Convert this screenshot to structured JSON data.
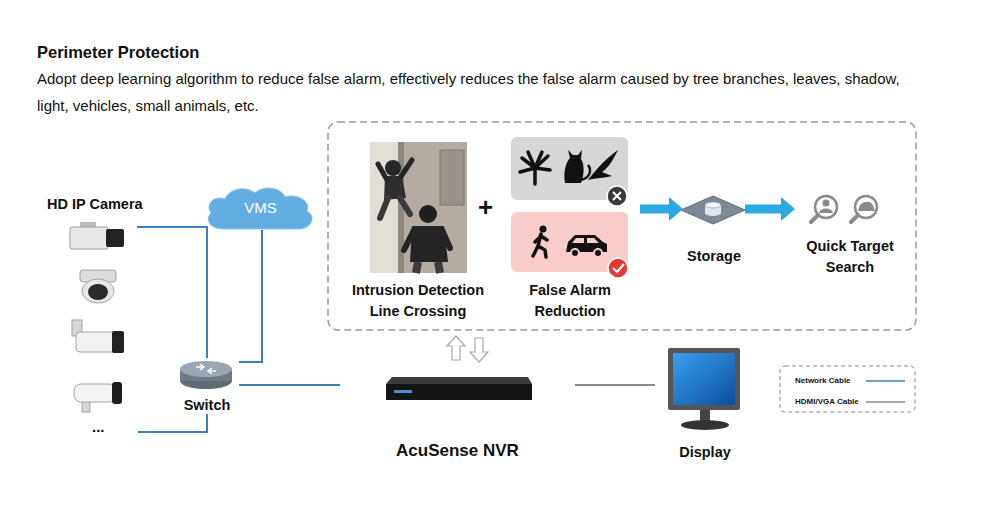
{
  "diagram": {
    "title": "Perimeter Protection",
    "caption": "Adopt deep learning algorithm to reduce false alarm, effectively reduces the false alarm caused by tree branches, leaves, shadow, light, vehicles, small animals, etc.",
    "nodes": [
      {
        "text": [
          "HD IP Camera",
          "..."
        ]
      },
      {
        "text": [
          "VMS"
        ]
      },
      {
        "text": [
          "Intrusion Detection Line Crossing"
        ]
      },
      {
        "text": [
          "False Alarm Reduction"
        ]
      },
      {
        "text": [
          "Storage"
        ]
      },
      {
        "text": [
          "Quick Target Search"
        ]
      },
      {
        "text": [
          "Switch"
        ]
      },
      {
        "text": [
          "AcuSense NVR"
        ]
      },
      {
        "text": [
          "Display"
        ]
      }
    ],
    "edges": [
      {
        "from": 0,
        "to": 6,
        "arrow": "none"
      },
      {
        "from": 1,
        "to": 6,
        "arrow": "none"
      },
      {
        "from": 6,
        "to": 7,
        "arrow": "none"
      },
      {
        "from": 7,
        "to": 8,
        "arrow": "none"
      },
      {
        "from": 3,
        "to": 4,
        "arrow": "to"
      },
      {
        "from": 4,
        "to": 5,
        "arrow": "to"
      }
    ],
    "labels": [
      "+"
    ],
    "legend": [
      {
        "text": "Network Cable"
      },
      {
        "text": "HDMI/VGA Cable"
      }
    ]
  }
}
